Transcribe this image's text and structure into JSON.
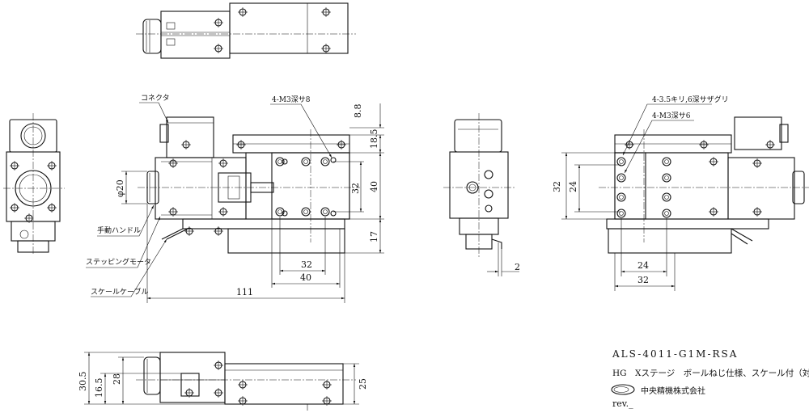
{
  "title_block": {
    "model": "ALS-4011-G1M-RSA",
    "description": "HG　Xステージ　ボールねじ仕様、スケール付（対称型）",
    "company": "中央精機株式会社",
    "revision": "rev._"
  },
  "callouts": {
    "connector": "コネクタ",
    "m3_front": "4-M3深サ8",
    "hand_knob": "手動ハンドル",
    "stepping_motor": "ステッピングモータ",
    "scale_cable": "スケールケーブル",
    "counterbore": "4-3.5キリ,6深サザグリ",
    "m3_side": "4-M3深サ6"
  },
  "dimensions": {
    "front": {
      "top_8_8": "8.8",
      "top_18_5": "18.5",
      "pitch_32_v": "32",
      "height_40": "40",
      "bottom_17": "17",
      "knob_dia": "φ20",
      "pitch_32_h": "32",
      "width_40": "40",
      "length_111": "111"
    },
    "side": {
      "offset_2": "2"
    },
    "right": {
      "v_32": "32",
      "v_24": "24",
      "h_24": "24",
      "h_32": "32"
    },
    "bottom": {
      "h_30_5": "30.5",
      "h_28": "28",
      "h_16_5": "16.5",
      "h_25": "25"
    }
  }
}
